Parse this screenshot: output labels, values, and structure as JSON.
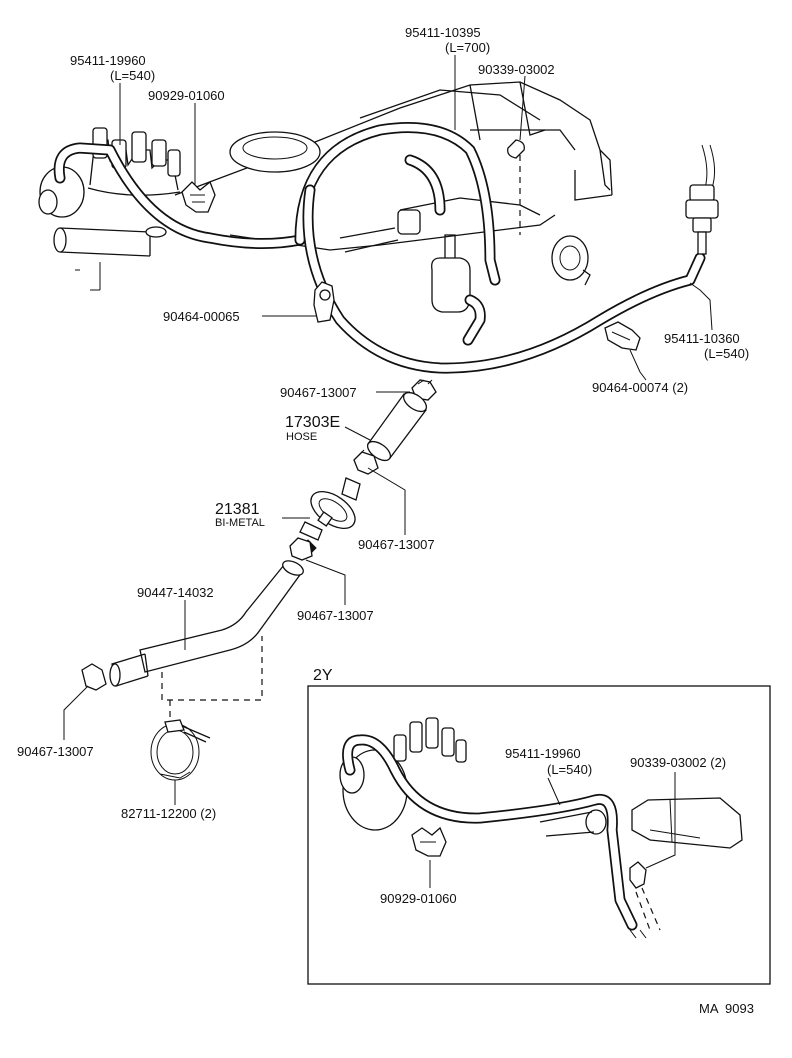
{
  "labels": {
    "hose_95411_19960": "95411-19960",
    "hose_95411_19960_len": "(L=540)",
    "clamp_90929_01060": "90929-01060",
    "hose_95411_10395": "95411-10395",
    "hose_95411_10395_len": "(L=700)",
    "cap_90339_03002": "90339-03002",
    "clip_90464_00065": "90464-00065",
    "hose_95411_10360": "95411-10360",
    "hose_95411_10360_len": "(L=540)",
    "clip_90464_00074": "90464-00074 (2)",
    "clamp_90467_13007_top": "90467-13007",
    "hose_17303E": "17303E",
    "hose_17303E_desc": "HOSE",
    "clamp_90467_13007_mid": "90467-13007",
    "valve_21381": "21381",
    "valve_21381_desc": "BI-METAL",
    "clamp_90467_13007_lower": "90467-13007",
    "hose_90447_14032": "90447-14032",
    "clamp_90467_13007_left": "90467-13007",
    "band_82711_12200": "82711-12200 (2)",
    "inset_title": "2Y",
    "inset_hose_95411_19960": "95411-19960",
    "inset_hose_95411_19960_len": "(L=540)",
    "inset_cap_90339_03002": "90339-03002 (2)",
    "inset_clamp_90929_01060": "90929-01060",
    "figure_id": "MA  9093"
  }
}
